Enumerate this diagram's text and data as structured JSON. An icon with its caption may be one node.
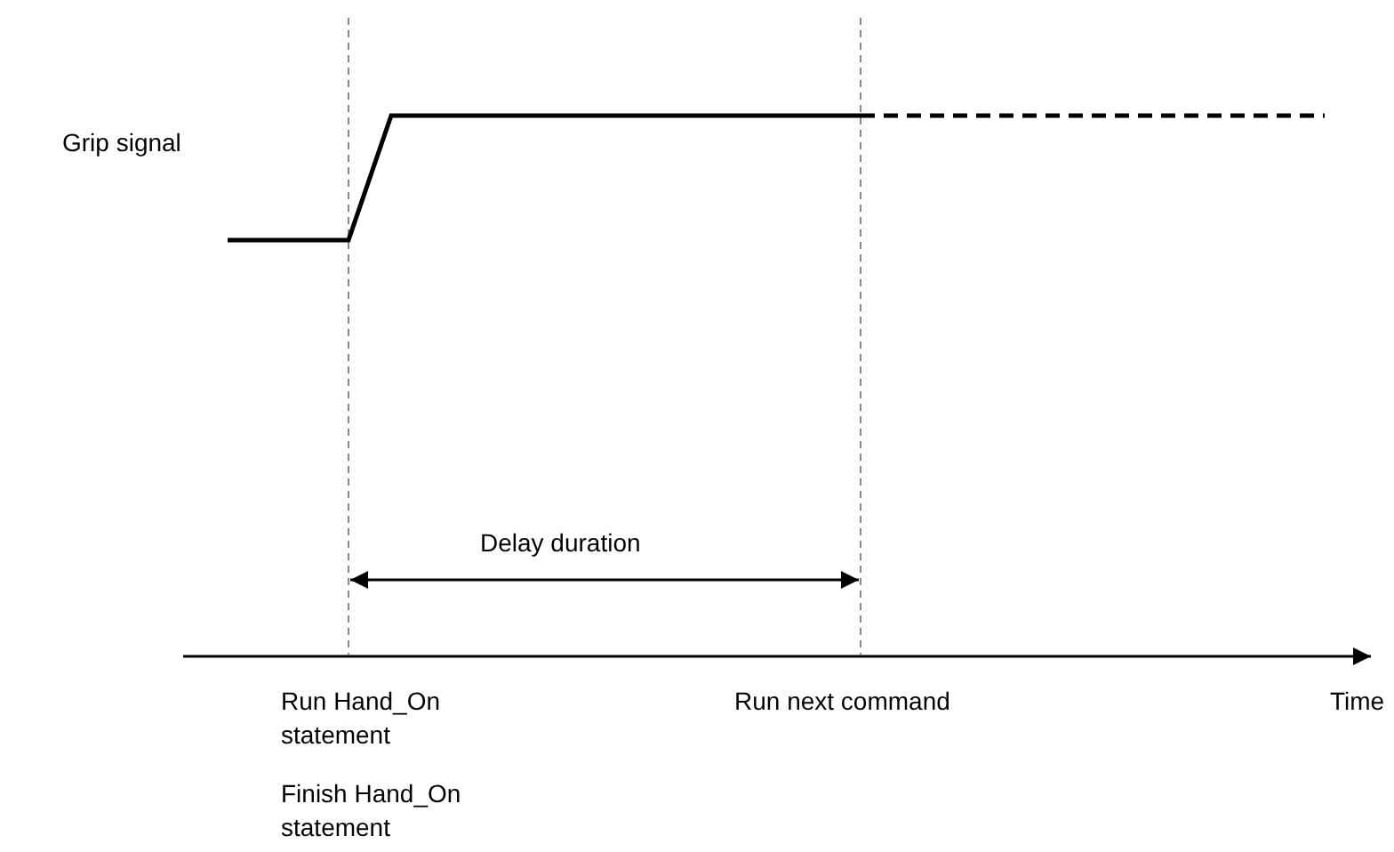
{
  "diagram": {
    "labels": [
      "Grip signal",
      "Delay duration",
      "Run Hand_On statement",
      "Run next command",
      "Time",
      "Finish Hand_On statement"
    ]
  }
}
